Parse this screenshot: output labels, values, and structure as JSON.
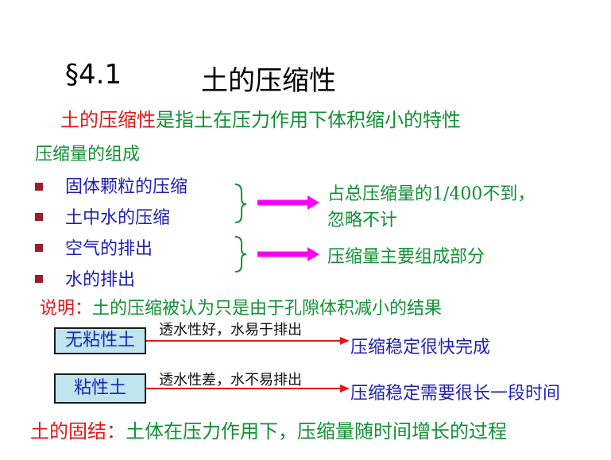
{
  "header": {
    "section_no": "§4.1",
    "section_title": "土的压缩性"
  },
  "definition": {
    "term": "土的压缩性",
    "text": "是指土在压力作用下体积缩小的特性"
  },
  "composition": {
    "heading": "压缩量的组成",
    "items": [
      "固体颗粒的压缩",
      "土中水的压缩",
      "空气的排出",
      "水的排出"
    ],
    "note_1_line1": "占总压缩量的1/400不到，",
    "note_1_line2": "忽略不计",
    "note_2": "压缩量主要组成部分"
  },
  "explanation": {
    "label": "说明：",
    "text": "土的压缩被认为只是由于孔隙体积减小的结果"
  },
  "soils": [
    {
      "name": "无粘性土",
      "condition": "透水性好，水易于排出",
      "result": "压缩稳定很快完成"
    },
    {
      "name": "粘性土",
      "condition": "透水性差，水不易排出",
      "result": "压缩稳定需要很长一段时间"
    }
  ],
  "consolidation": {
    "term": "土的固结：",
    "text": "土体在压力作用下，压缩量随时间增长的过程"
  },
  "colors": {
    "red": "#e01818",
    "green": "#119033",
    "blue": "#1f1fb5",
    "magenta_arrow": "#ff00ff",
    "bullet": "#9a1d2b",
    "box_fill": "#bfe6ef"
  }
}
